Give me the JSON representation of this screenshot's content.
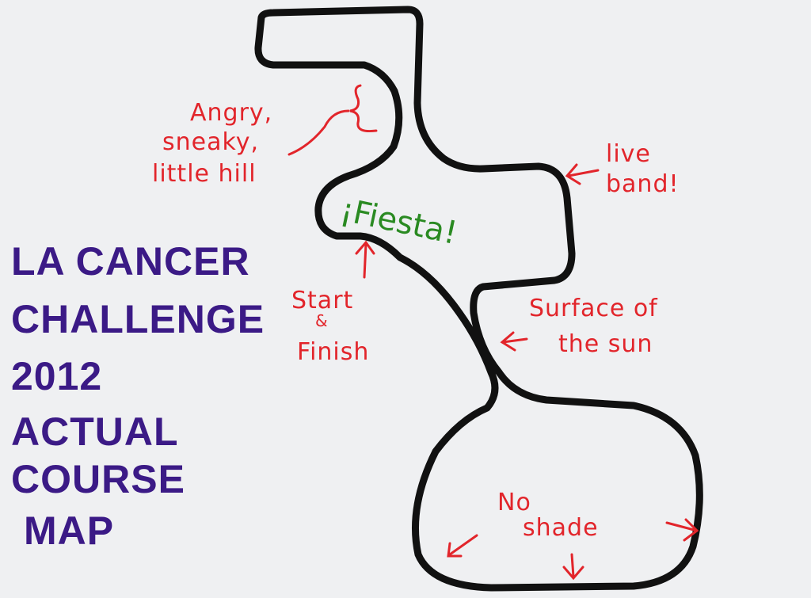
{
  "title_lines": [
    "LA CANCER",
    "CHALLENGE",
    "2012",
    "ACTUAL",
    "COURSE",
    "MAP"
  ],
  "labels": {
    "hill": [
      "Angry,",
      "sneaky,",
      "little hill"
    ],
    "band": [
      "live",
      "band!"
    ],
    "fiesta": "¡Fiesta!",
    "start": [
      "Start",
      "&",
      "Finish"
    ],
    "sun": [
      "Surface of",
      "the sun"
    ],
    "shade": [
      "No",
      "shade"
    ]
  },
  "colors": {
    "route": "#111111",
    "annotation": "#e2252b",
    "title": "#3b1a86",
    "fiesta": "#2a8a22",
    "background": "#eff0f2"
  }
}
